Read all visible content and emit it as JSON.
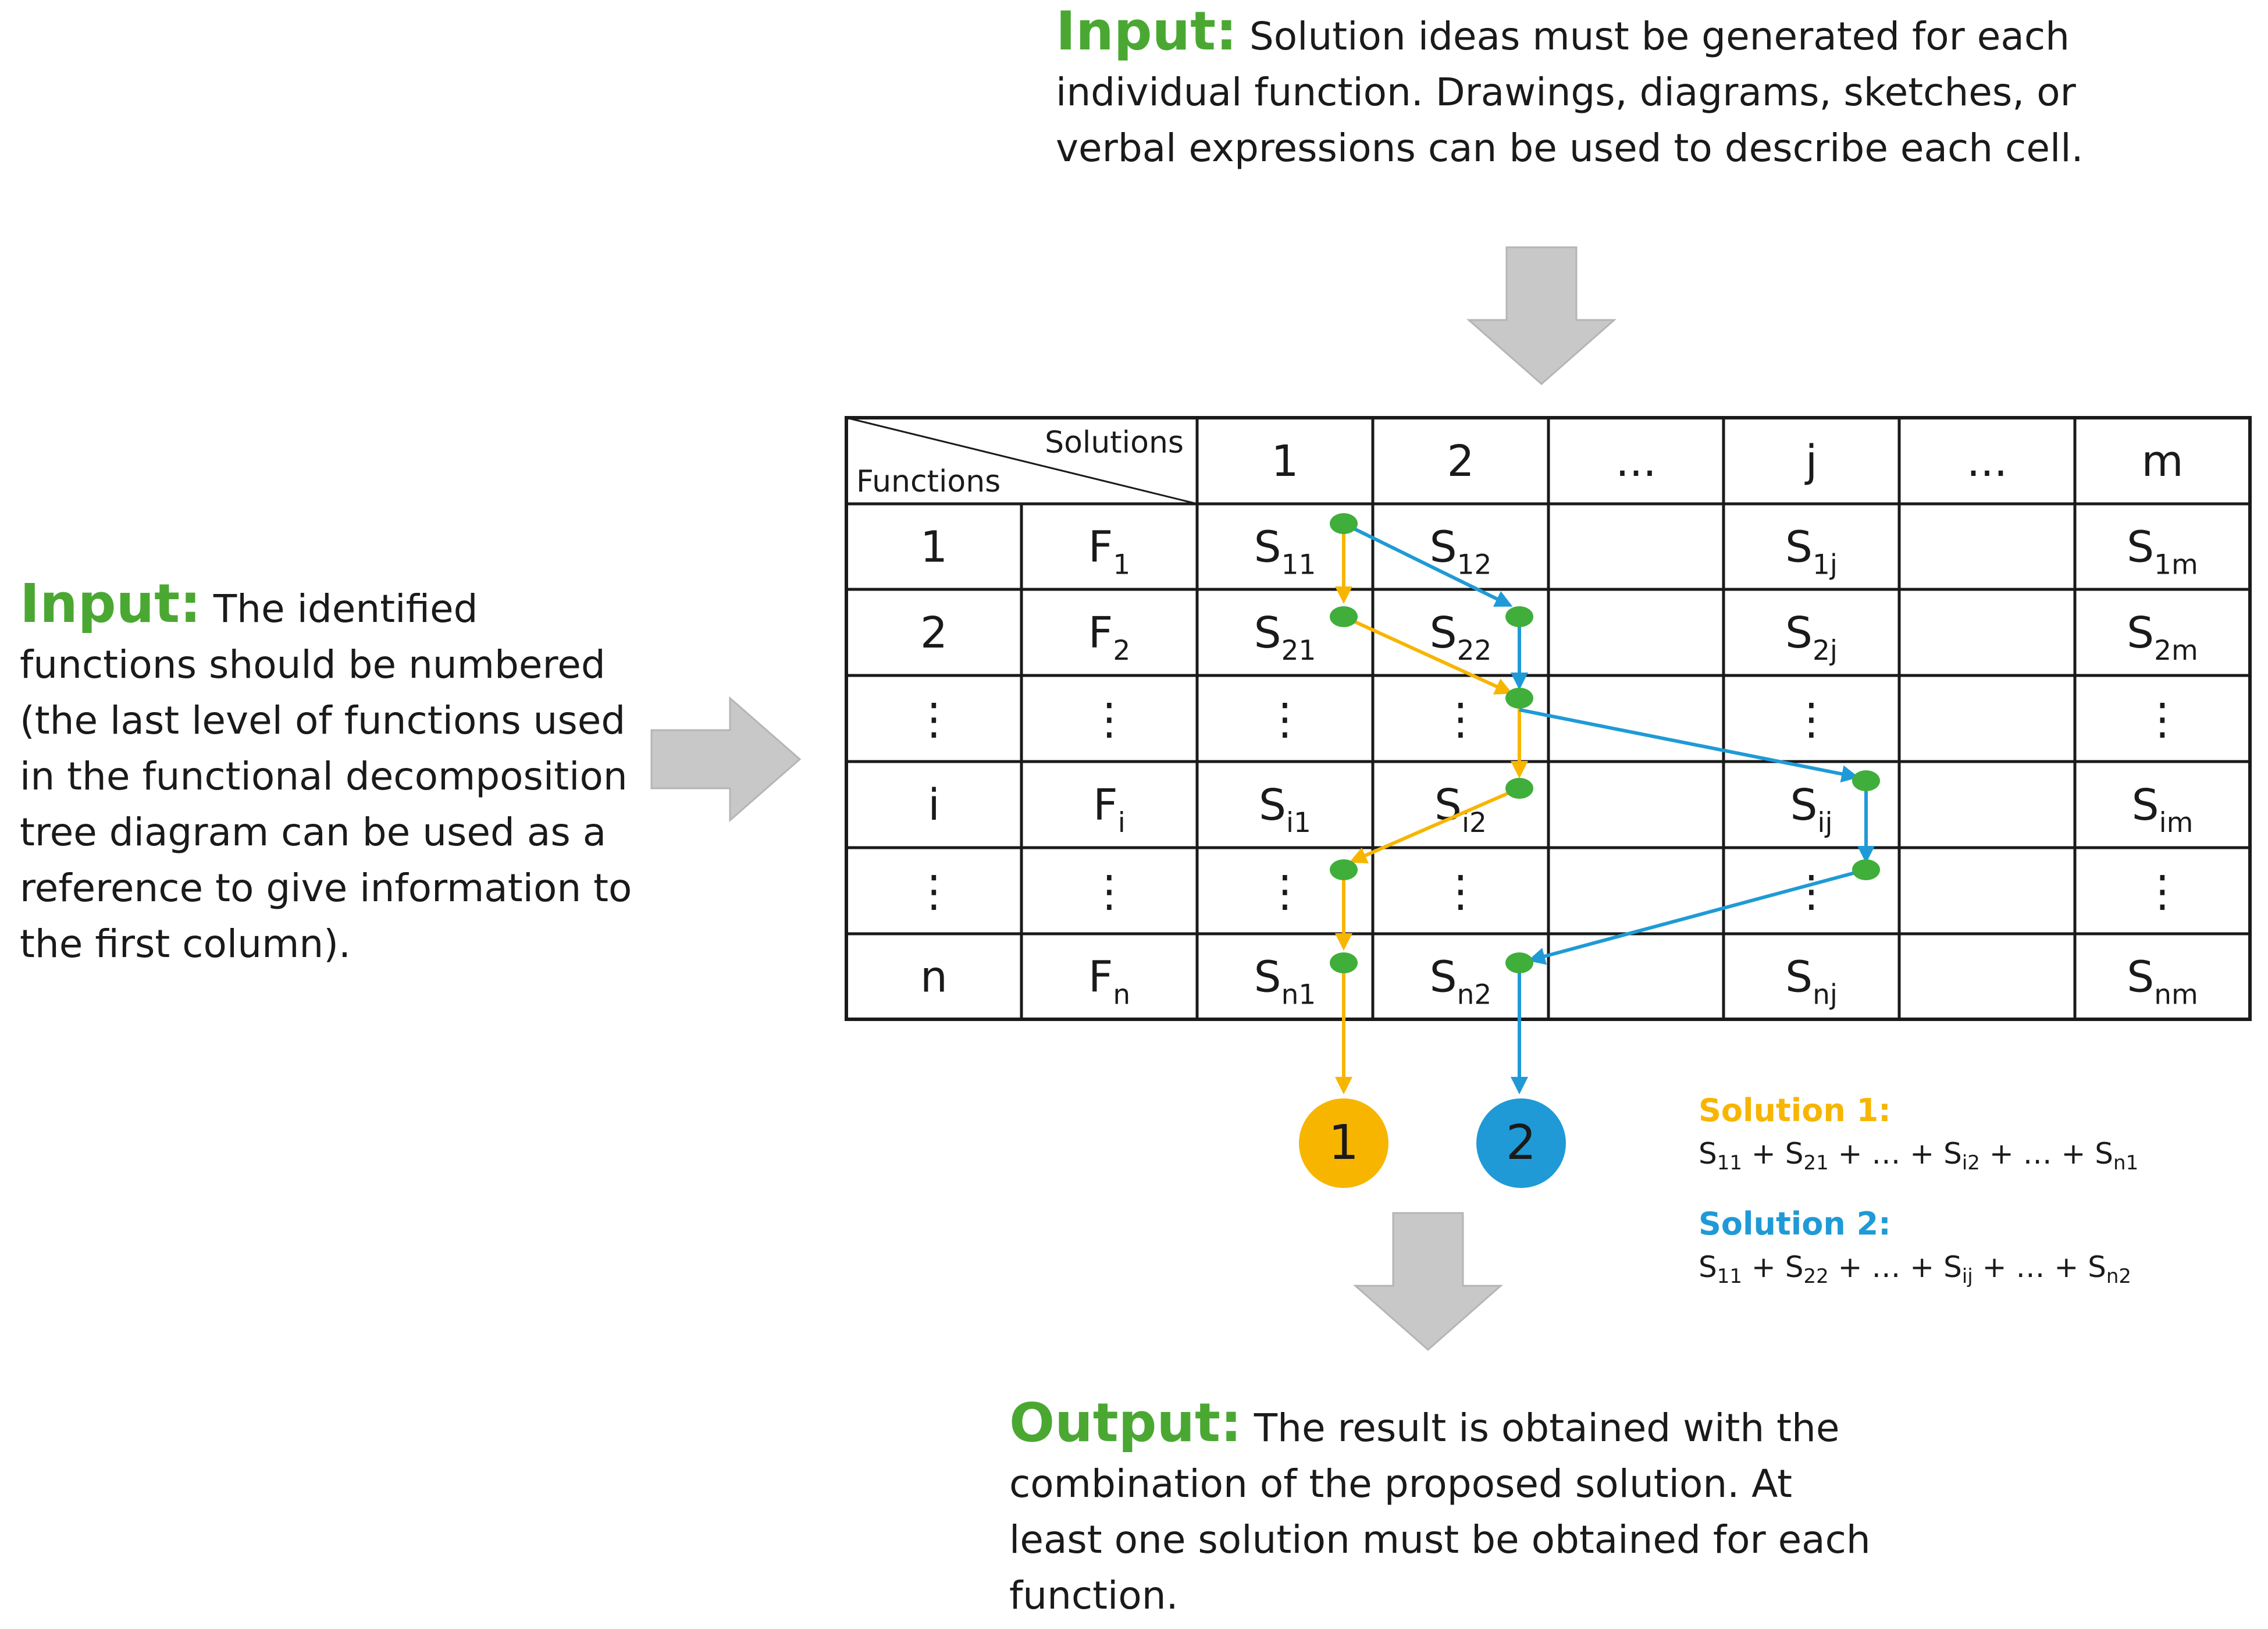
{
  "top_input": {
    "lead": "Input:",
    "text": "Solution ideas must be generated for each individual function. Drawings, diagrams, sketches, or verbal expressions can be used to describe each cell."
  },
  "left_input": {
    "lead": "Input:",
    "text": "The identified functions should be numbered (the last level of functions used in the functional decomposition tree diagram can be used as a reference to give information to the first column)."
  },
  "output": {
    "lead": "Output:",
    "text": "The result is obtained with the combination of the proposed solution. At least one solution must be obtained for each function."
  },
  "table": {
    "header_corner_top": "Solutions",
    "header_corner_bottom": "Functions",
    "columns": [
      "1",
      "2",
      "...",
      "j",
      "...",
      "m"
    ],
    "rows": [
      {
        "num": "1",
        "func": {
          "b": "F",
          "s": "1"
        },
        "cells": [
          {
            "b": "S",
            "s": "11"
          },
          {
            "b": "S",
            "s": "12"
          },
          {
            "b": "",
            "s": ""
          },
          {
            "b": "S",
            "s": "1j"
          },
          {
            "b": "",
            "s": ""
          },
          {
            "b": "S",
            "s": "1m"
          }
        ]
      },
      {
        "num": "2",
        "func": {
          "b": "F",
          "s": "2"
        },
        "cells": [
          {
            "b": "S",
            "s": "21"
          },
          {
            "b": "S",
            "s": "22"
          },
          {
            "b": "",
            "s": ""
          },
          {
            "b": "S",
            "s": "2j"
          },
          {
            "b": "",
            "s": ""
          },
          {
            "b": "S",
            "s": "2m"
          }
        ]
      },
      {
        "num": "⋮",
        "func": {
          "b": "⋮",
          "s": ""
        },
        "cells": [
          {
            "b": "⋮",
            "s": ""
          },
          {
            "b": "⋮",
            "s": ""
          },
          {
            "b": "",
            "s": ""
          },
          {
            "b": "⋮",
            "s": ""
          },
          {
            "b": "",
            "s": ""
          },
          {
            "b": "⋮",
            "s": ""
          }
        ]
      },
      {
        "num": "i",
        "func": {
          "b": "F",
          "s": "i"
        },
        "cells": [
          {
            "b": "S",
            "s": "i1"
          },
          {
            "b": "S",
            "s": "i2"
          },
          {
            "b": "",
            "s": ""
          },
          {
            "b": "S",
            "s": "ij"
          },
          {
            "b": "",
            "s": ""
          },
          {
            "b": "S",
            "s": "im"
          }
        ]
      },
      {
        "num": "⋮",
        "func": {
          "b": "⋮",
          "s": ""
        },
        "cells": [
          {
            "b": "⋮",
            "s": ""
          },
          {
            "b": "⋮",
            "s": ""
          },
          {
            "b": "",
            "s": ""
          },
          {
            "b": "⋮",
            "s": ""
          },
          {
            "b": "",
            "s": ""
          },
          {
            "b": "⋮",
            "s": ""
          }
        ]
      },
      {
        "num": "n",
        "func": {
          "b": "F",
          "s": "n"
        },
        "cells": [
          {
            "b": "S",
            "s": "n1"
          },
          {
            "b": "S",
            "s": "n2"
          },
          {
            "b": "",
            "s": ""
          },
          {
            "b": "S",
            "s": "nj"
          },
          {
            "b": "",
            "s": ""
          },
          {
            "b": "S",
            "s": "nm"
          }
        ]
      }
    ]
  },
  "solutions": [
    {
      "marker": "1",
      "title": "Solution 1:",
      "color": "#f7b500",
      "terms": [
        {
          "b": "S",
          "s": "11"
        },
        {
          "t": " + "
        },
        {
          "b": "S",
          "s": "21"
        },
        {
          "t": " + … + "
        },
        {
          "b": "S",
          "s": "i2"
        },
        {
          "t": " + … + "
        },
        {
          "b": "S",
          "s": "n1"
        }
      ]
    },
    {
      "marker": "2",
      "title": "Solution 2:",
      "color": "#1f9ad6",
      "terms": [
        {
          "b": "S",
          "s": "11"
        },
        {
          "t": " + "
        },
        {
          "b": "S",
          "s": "22"
        },
        {
          "t": " + … + "
        },
        {
          "b": "S",
          "s": "ij"
        },
        {
          "t": " + … + "
        },
        {
          "b": "S",
          "s": "n2"
        }
      ]
    }
  ],
  "colors": {
    "accent_green": "#4aa832",
    "node_green": "#3fae3a",
    "arrow_gray": "#c8c8c8",
    "solution1": "#f7b500",
    "solution2": "#1f9ad6"
  }
}
